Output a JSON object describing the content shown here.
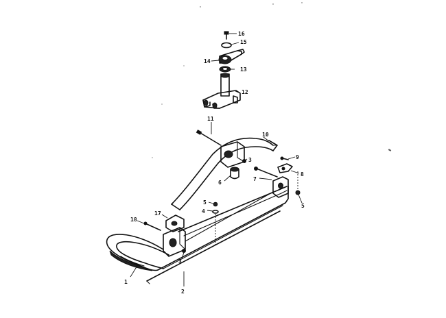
{
  "callouts": {
    "c1": "1",
    "c2": "2",
    "c3a": "3",
    "c3b": "3",
    "c4": "4",
    "c5a": "5",
    "c5b": "5",
    "c6": "6",
    "c7": "7",
    "c8": "8",
    "c9": "9",
    "c10": "10",
    "c11": "11",
    "c12": "12",
    "c13": "13",
    "c14": "14",
    "c15": "15",
    "c16": "16",
    "c17": "17",
    "c18": "18"
  }
}
